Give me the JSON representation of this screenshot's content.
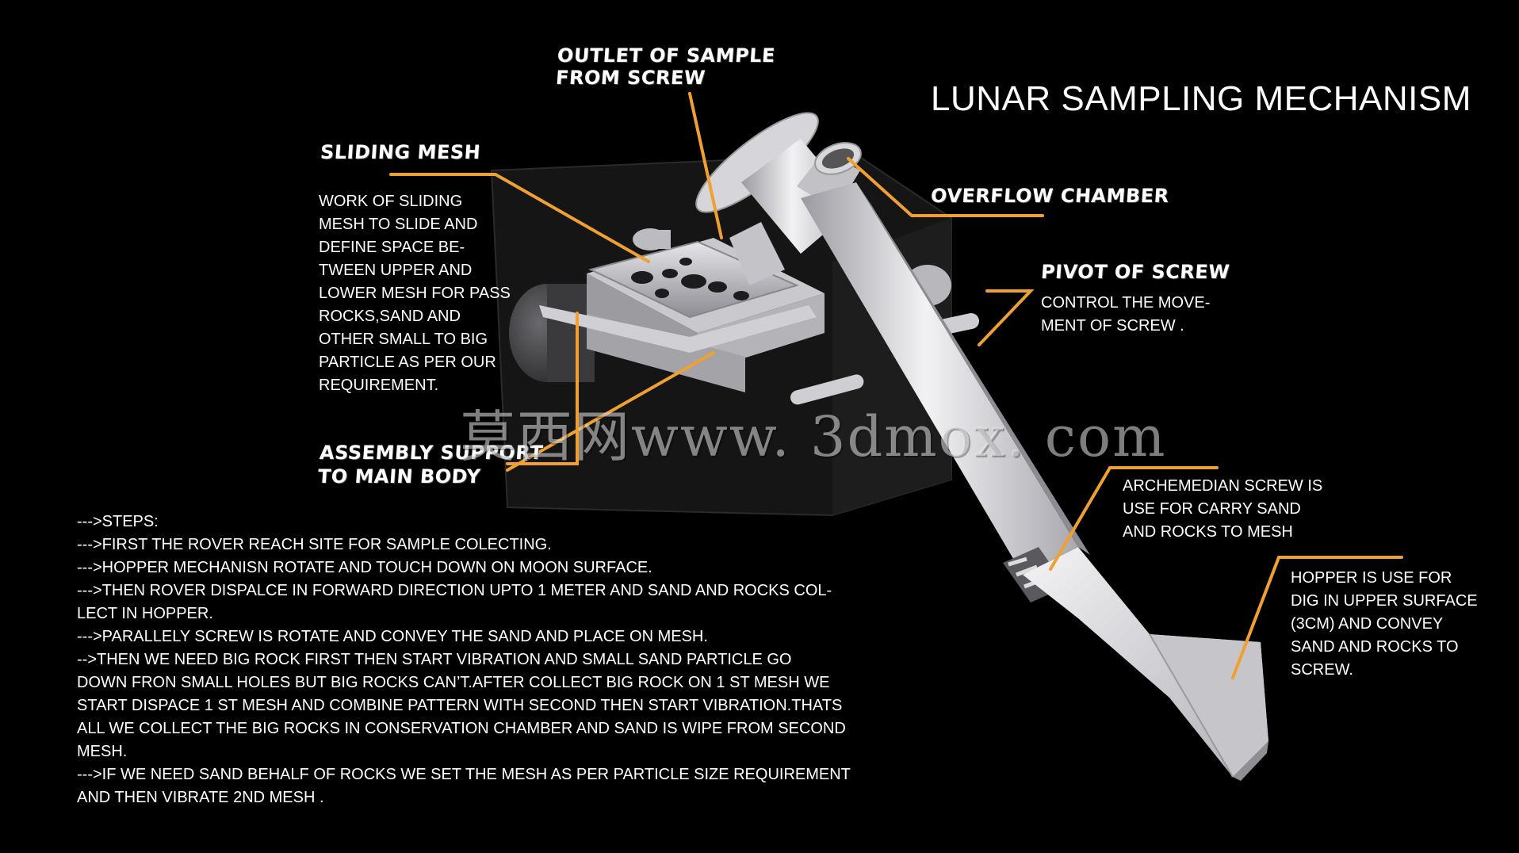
{
  "title": "LUNAR SAMPLING MECHANISM",
  "callouts": {
    "outlet": [
      "OUTLET OF SAMPLE",
      "FROM SCREW"
    ],
    "sliding_mesh": "SLIDING MESH",
    "overflow": "OVERFLOW CHAMBER",
    "pivot": "PIVOT  OF SCREW",
    "assembly": [
      "ASSEMBLY SUPPORT",
      "TO MAIN BODY"
    ]
  },
  "descriptions": {
    "sliding_mesh": [
      "WORK OF SLIDING",
      "MESH TO SLIDE AND",
      "DEFINE SPACE BE-",
      "TWEEN UPPER AND",
      "LOWER MESH FOR PASS",
      "ROCKS,SAND AND",
      "OTHER SMALL TO BIG",
      "PARTICLE AS PER OUR",
      "REQUIREMENT."
    ],
    "pivot": [
      "CONTROL THE MOVE-",
      "MENT OF SCREW ."
    ],
    "screw": [
      "ARCHEMEDIAN SCREW IS",
      "USE FOR CARRY SAND",
      "AND ROCKS TO MESH"
    ],
    "hopper": [
      "HOPPER IS USE FOR",
      "DIG IN UPPER SURFACE",
      "(3CM) AND CONVEY",
      "SAND AND ROCKS TO",
      "SCREW."
    ]
  },
  "steps": [
    "--->STEPS:",
    "--->FIRST THE ROVER REACH SITE FOR SAMPLE COLECTING.",
    "--->HOPPER MECHANISN ROTATE AND TOUCH DOWN ON MOON SURFACE.",
    "--->THEN ROVER DISPALCE IN FORWARD DIRECTION UPTO 1 METER AND SAND AND ROCKS COL-",
    "LECT IN HOPPER.",
    "--->PARALLELY SCREW IS ROTATE AND CONVEY THE SAND AND PLACE ON MESH.",
    "-->THEN WE NEED BIG ROCK FIRST THEN START VIBRATION AND SMALL SAND PARTICLE GO",
    "DOWN FRON SMALL HOLES BUT BIG ROCKS CAN’T.AFTER COLLECT BIG ROCK ON 1 ST MESH WE",
    "START DISPACE 1 ST MESH AND COMBINE PATTERN WITH SECOND THEN START VIBRATION.THATS",
    "ALL WE COLLECT THE BIG ROCKS IN CONSERVATION CHAMBER AND SAND IS WIPE FROM SECOND",
    "MESH.",
    "--->IF WE NEED SAND BEHALF OF ROCKS WE SET THE MESH AS PER PARTICLE SIZE REQUIREMENT",
    "AND THEN VIBRATE 2ND MESH ."
  ],
  "watermark": "莫西网www. 3dmox. com",
  "colors": {
    "background": "#000000",
    "leader": "#f0a030",
    "model": "#d8d8dc"
  }
}
